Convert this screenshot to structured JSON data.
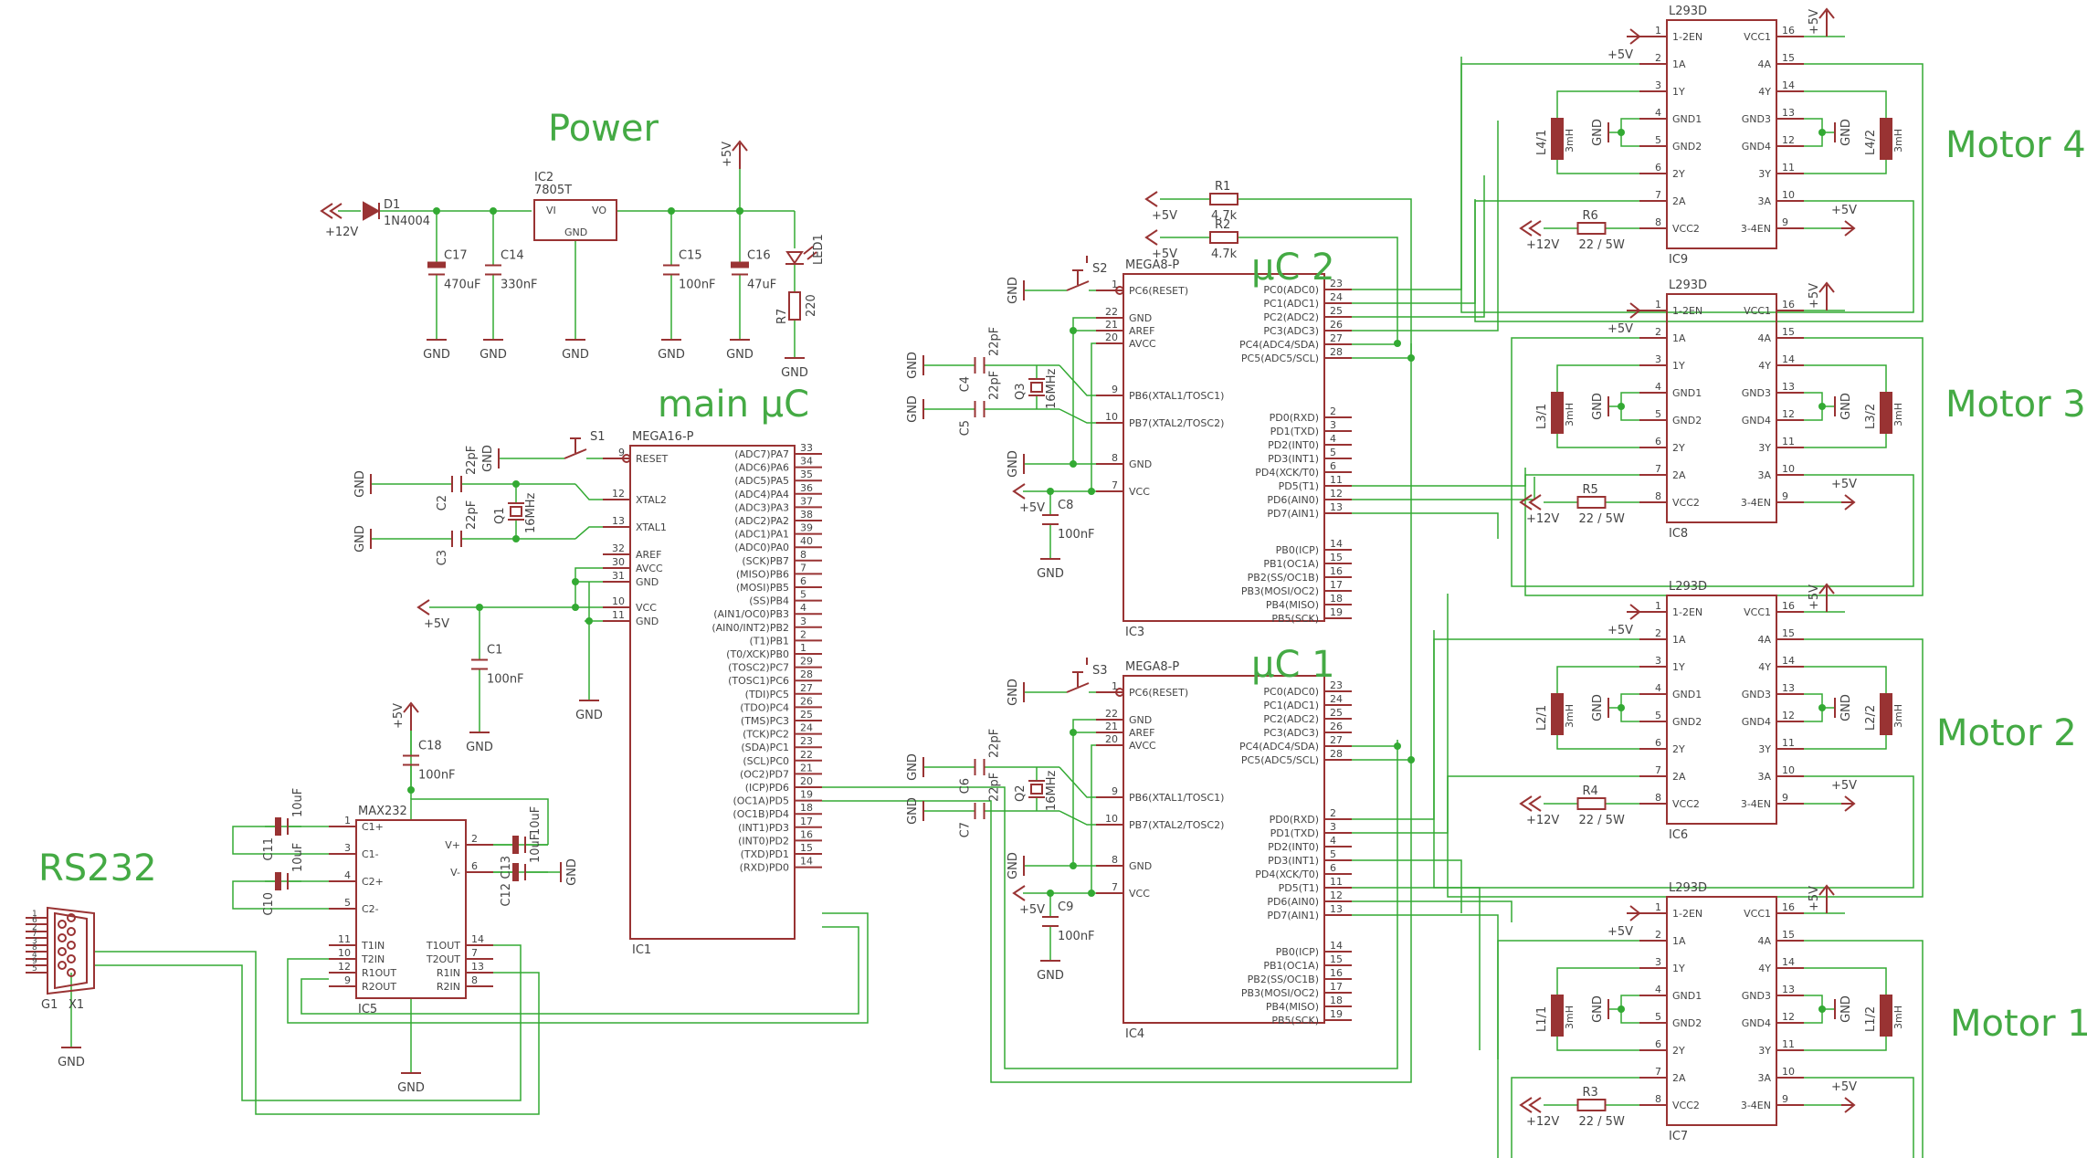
{
  "sections": {
    "power": "Power",
    "main_uc": "main µC",
    "uc2": "µC 2",
    "uc1": "µC 1",
    "rs232": "RS232",
    "motor4": "Motor 4",
    "motor3": "Motor 3",
    "motor2": "Motor 2",
    "motor1": "Motor 1"
  },
  "colors": {
    "wire": "#33aa33",
    "part": "#993333",
    "label": "#444444",
    "section": "#44aa44"
  },
  "power": {
    "d1": "D1",
    "d1_val": "1N4004",
    "in": "+12V",
    "ic2": "IC2",
    "ic2_val": "7805T",
    "vi": "VI",
    "vo": "VO",
    "gnd": "GND",
    "c17": "C17",
    "c17_val": "470uF",
    "c14": "C14",
    "c14_val": "330nF",
    "c15": "C15",
    "c15_val": "100nF",
    "c16": "C16",
    "c16_val": "47uF",
    "r7": "R7",
    "r7_val": "220",
    "led1": "LED1",
    "vcc": "+5V"
  },
  "ic1": {
    "name": "IC1",
    "part": "MEGA16-P",
    "left": [
      {
        "pin": "9",
        "sig": "RESET"
      },
      {
        "pin": "12",
        "sig": "XTAL2"
      },
      {
        "pin": "13",
        "sig": "XTAL1"
      },
      {
        "pin": "32",
        "sig": "AREF"
      },
      {
        "pin": "30",
        "sig": "AVCC"
      },
      {
        "pin": "31",
        "sig": "GND"
      },
      {
        "pin": "10",
        "sig": "VCC"
      },
      {
        "pin": "11",
        "sig": "GND"
      }
    ],
    "right": [
      {
        "pin": "33",
        "sig": "(ADC7)PA7"
      },
      {
        "pin": "34",
        "sig": "(ADC6)PA6"
      },
      {
        "pin": "35",
        "sig": "(ADC5)PA5"
      },
      {
        "pin": "36",
        "sig": "(ADC4)PA4"
      },
      {
        "pin": "37",
        "sig": "(ADC3)PA3"
      },
      {
        "pin": "38",
        "sig": "(ADC2)PA2"
      },
      {
        "pin": "39",
        "sig": "(ADC1)PA1"
      },
      {
        "pin": "40",
        "sig": "(ADC0)PA0"
      },
      {
        "pin": "8",
        "sig": "(SCK)PB7"
      },
      {
        "pin": "7",
        "sig": "(MISO)PB6"
      },
      {
        "pin": "6",
        "sig": "(MOSI)PB5"
      },
      {
        "pin": "5",
        "sig": "(SS)PB4"
      },
      {
        "pin": "4",
        "sig": "(AIN1/OC0)PB3"
      },
      {
        "pin": "3",
        "sig": "(AIN0/INT2)PB2"
      },
      {
        "pin": "2",
        "sig": "(T1)PB1"
      },
      {
        "pin": "1",
        "sig": "(T0/XCK)PB0"
      },
      {
        "pin": "29",
        "sig": "(TOSC2)PC7"
      },
      {
        "pin": "28",
        "sig": "(TOSC1)PC6"
      },
      {
        "pin": "27",
        "sig": "(TDI)PC5"
      },
      {
        "pin": "26",
        "sig": "(TDO)PC4"
      },
      {
        "pin": "25",
        "sig": "(TMS)PC3"
      },
      {
        "pin": "24",
        "sig": "(TCK)PC2"
      },
      {
        "pin": "23",
        "sig": "(SDA)PC1"
      },
      {
        "pin": "22",
        "sig": "(SCL)PC0"
      },
      {
        "pin": "21",
        "sig": "(OC2)PD7"
      },
      {
        "pin": "20",
        "sig": "(ICP)PD6"
      },
      {
        "pin": "19",
        "sig": "(OC1A)PD5"
      },
      {
        "pin": "18",
        "sig": "(OC1B)PD4"
      },
      {
        "pin": "17",
        "sig": "(INT1)PD3"
      },
      {
        "pin": "16",
        "sig": "(INT0)PD2"
      },
      {
        "pin": "15",
        "sig": "(TXD)PD1"
      },
      {
        "pin": "14",
        "sig": "(RXD)PD0"
      }
    ]
  },
  "main_parts": {
    "s1": "S1",
    "c2": "C2",
    "c3": "C3",
    "cap22": "22pF",
    "q1": "Q1",
    "q1_val": "16MHz",
    "c1": "C1",
    "c1_val": "100nF",
    "vcc": "+5V",
    "gnd": "GND"
  },
  "mega8": {
    "part": "MEGA8-P",
    "left": [
      {
        "pin": "1",
        "sig": "PC6(RESET)"
      },
      {
        "pin": "22",
        "sig": "GND"
      },
      {
        "pin": "21",
        "sig": "AREF"
      },
      {
        "pin": "20",
        "sig": "AVCC"
      },
      {
        "pin": "9",
        "sig": "PB6(XTAL1/TOSC1)"
      },
      {
        "pin": "10",
        "sig": "PB7(XTAL2/TOSC2)"
      },
      {
        "pin": "8",
        "sig": "GND"
      },
      {
        "pin": "7",
        "sig": "VCC"
      }
    ],
    "right": [
      {
        "pin": "23",
        "sig": "PC0(ADC0)"
      },
      {
        "pin": "24",
        "sig": "PC1(ADC1)"
      },
      {
        "pin": "25",
        "sig": "PC2(ADC2)"
      },
      {
        "pin": "26",
        "sig": "PC3(ADC3)"
      },
      {
        "pin": "27",
        "sig": "PC4(ADC4/SDA)"
      },
      {
        "pin": "28",
        "sig": "PC5(ADC5/SCL)"
      },
      {
        "pin": "2",
        "sig": "PD0(RXD)"
      },
      {
        "pin": "3",
        "sig": "PD1(TXD)"
      },
      {
        "pin": "4",
        "sig": "PD2(INT0)"
      },
      {
        "pin": "5",
        "sig": "PD3(INT1)"
      },
      {
        "pin": "6",
        "sig": "PD4(XCK/T0)"
      },
      {
        "pin": "11",
        "sig": "PD5(T1)"
      },
      {
        "pin": "12",
        "sig": "PD6(AIN0)"
      },
      {
        "pin": "13",
        "sig": "PD7(AIN1)"
      },
      {
        "pin": "14",
        "sig": "PB0(ICP)"
      },
      {
        "pin": "15",
        "sig": "PB1(OC1A)"
      },
      {
        "pin": "16",
        "sig": "PB2(SS/OC1B)"
      },
      {
        "pin": "17",
        "sig": "PB3(MOSI/OC2)"
      },
      {
        "pin": "18",
        "sig": "PB4(MISO)"
      },
      {
        "pin": "19",
        "sig": "PB5(SCK)"
      }
    ]
  },
  "uc2_parts": {
    "ic": "IC3",
    "s": "S2",
    "ca": "C4",
    "cb": "C5",
    "cap": "22pF",
    "q": "Q3",
    "q_val": "16MHz",
    "cd": "C8",
    "cd_val": "100nF",
    "r1": "R1",
    "r2": "R2",
    "r_val": "4.7k",
    "vcc": "+5V",
    "gnd": "GND"
  },
  "uc1_parts": {
    "ic": "IC4",
    "s": "S3",
    "ca": "C6",
    "cb": "C7",
    "cap": "22pF",
    "q": "Q2",
    "q_val": "16MHz",
    "cd": "C9",
    "cd_val": "100nF",
    "vcc": "+5V",
    "gnd": "GND"
  },
  "max232": {
    "name": "IC5",
    "part": "MAX232",
    "left": [
      {
        "pin": "1",
        "sig": "C1+"
      },
      {
        "pin": "3",
        "sig": "C1-"
      },
      {
        "pin": "4",
        "sig": "C2+"
      },
      {
        "pin": "5",
        "sig": "C2-"
      },
      {
        "pin": "11",
        "sig": "T1IN"
      },
      {
        "pin": "10",
        "sig": "T2IN"
      },
      {
        "pin": "12",
        "sig": "R1OUT"
      },
      {
        "pin": "9",
        "sig": "R2OUT"
      }
    ],
    "right": [
      {
        "pin": "2",
        "sig": "V+"
      },
      {
        "pin": "6",
        "sig": "V-"
      },
      {
        "pin": "14",
        "sig": "T1OUT"
      },
      {
        "pin": "7",
        "sig": "T2OUT"
      },
      {
        "pin": "13",
        "sig": "R1IN"
      },
      {
        "pin": "8",
        "sig": "R2IN"
      }
    ],
    "c18": "C18",
    "c18_val": "100nF",
    "c11": "C11",
    "c10": "C10",
    "c13": "C13",
    "c12": "C12",
    "c_val": "10uF",
    "x1": "X1",
    "g1": "G1",
    "conn_pins": [
      "1",
      "6",
      "2",
      "7",
      "3",
      "8",
      "4",
      "9",
      "5"
    ],
    "vcc": "+5V",
    "gnd": "GND"
  },
  "l293d": {
    "part": "L293D",
    "left": [
      {
        "pin": "1",
        "sig": "1-2EN"
      },
      {
        "pin": "2",
        "sig": "1A"
      },
      {
        "pin": "3",
        "sig": "1Y"
      },
      {
        "pin": "4",
        "sig": "GND1"
      },
      {
        "pin": "5",
        "sig": "GND2"
      },
      {
        "pin": "6",
        "sig": "2Y"
      },
      {
        "pin": "7",
        "sig": "2A"
      },
      {
        "pin": "8",
        "sig": "VCC2"
      }
    ],
    "right": [
      {
        "pin": "16",
        "sig": "VCC1"
      },
      {
        "pin": "15",
        "sig": "4A"
      },
      {
        "pin": "14",
        "sig": "4Y"
      },
      {
        "pin": "13",
        "sig": "GND3"
      },
      {
        "pin": "12",
        "sig": "GND4"
      },
      {
        "pin": "11",
        "sig": "3Y"
      },
      {
        "pin": "10",
        "sig": "3A"
      },
      {
        "pin": "9",
        "sig": "3-4EN"
      }
    ],
    "vcc": "+5V",
    "v12": "+12V",
    "gnd": "GND",
    "r_val": "22 / 5W",
    "l_val": "3mH"
  },
  "drivers": [
    {
      "ic": "IC9",
      "r": "R6",
      "la": "L4/1",
      "lb": "L4/2"
    },
    {
      "ic": "IC8",
      "r": "R5",
      "la": "L3/1",
      "lb": "L3/2"
    },
    {
      "ic": "IC6",
      "r": "R4",
      "la": "L2/1",
      "lb": "L2/2"
    },
    {
      "ic": "IC7",
      "r": "R3",
      "la": "L1/1",
      "lb": "L1/2"
    }
  ]
}
